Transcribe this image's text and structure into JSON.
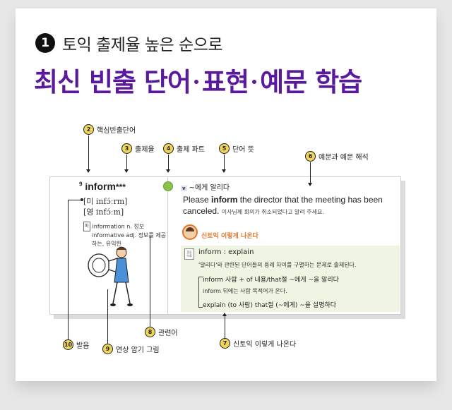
{
  "step": {
    "number": "1",
    "label": "토익 출제율 높은 순으로"
  },
  "headline": {
    "part1": "최신 빈출 단어",
    "part2": "표현",
    "part3": "예문 학습"
  },
  "entry": {
    "sup": "9",
    "word": "inform",
    "stars": "***",
    "pron_us": "[미 infɔ́ːrm]",
    "pron_uk": "[영 infɔ́ːm]",
    "related_tag": "파",
    "related_1": "information n. 정보",
    "related_2": "informative adj. 정보를 제공하는, 유익한",
    "pos": "v",
    "meaning": "~에게 알리다",
    "example_en": "Please inform the director that the meeting has been canceled.",
    "example_bold": "inform",
    "example_ko": "이사님께 회의가 취소되었다고 알려 주세요.",
    "tip_title": "신토익 이렇게 나온다",
    "tip_tag": "혼동 어휘",
    "tip_head": "inform : explain",
    "tip_desc": "'알리다'와 관련된 단어들의 용례 차이를 구별하는 문제로 출제된다.",
    "tip_line1": "inform 사람 + of 내용/that절 ~에게 ~을 알리다",
    "tip_line2": "inform 뒤에는 사람 목적어가 온다.",
    "tip_line3": "explain (to 사람) that절 (~에게) ~을 설명하다"
  },
  "callouts": [
    {
      "num": "2",
      "label": "핵심빈출단어"
    },
    {
      "num": "3",
      "label": "출제율"
    },
    {
      "num": "4",
      "label": "출제 파트"
    },
    {
      "num": "5",
      "label": "단어 뜻"
    },
    {
      "num": "6",
      "label": "예문과 예문 해석"
    },
    {
      "num": "7",
      "label": "신토익 이렇게 나온다"
    },
    {
      "num": "8",
      "label": "관련어"
    },
    {
      "num": "9",
      "label": "연상 암기 그림"
    },
    {
      "num": "10",
      "label": "발음"
    }
  ],
  "colors": {
    "headline": "#5a1a9e",
    "badge": "#f0d55a",
    "tip_bg": "#f0f5e3",
    "accent": "#e0772b",
    "part_dot": "#8bc34a"
  }
}
